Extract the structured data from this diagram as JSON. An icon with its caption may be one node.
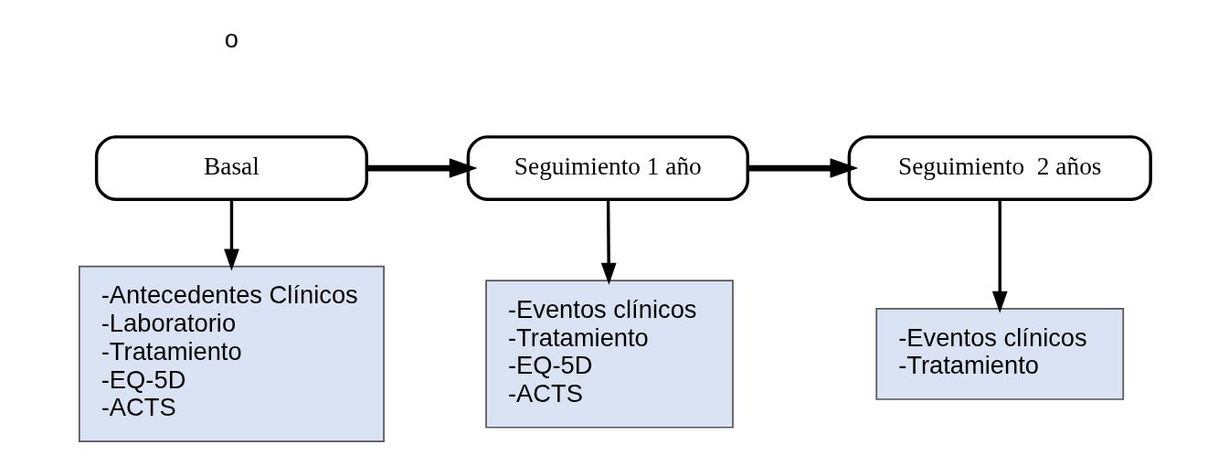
{
  "diagram": {
    "nodes": [
      {
        "text": [
          "Basal"
        ]
      },
      {
        "text": [
          "Seguimiento 1 año"
        ]
      },
      {
        "text": [
          "Seguimiento  2 años"
        ]
      },
      {
        "text": [
          "-Antecedentes Clínicos",
          "-Laboratorio",
          "-Tratamiento",
          "-EQ-5D",
          "-ACTS"
        ]
      },
      {
        "text": [
          "-Eventos clínicos",
          "-Tratamiento",
          "-EQ-5D",
          "-ACTS"
        ]
      },
      {
        "text": [
          "-Eventos clínicos",
          "-Tratamiento"
        ]
      }
    ],
    "edges": [
      {
        "from": 0,
        "to": 1,
        "arrow": "to",
        "style": "thick"
      },
      {
        "from": 1,
        "to": 2,
        "arrow": "to",
        "style": "thick"
      },
      {
        "from": 0,
        "to": 3,
        "arrow": "to"
      },
      {
        "from": 1,
        "to": 4,
        "arrow": "to"
      },
      {
        "from": 2,
        "to": 5,
        "arrow": "to"
      }
    ],
    "labels": [
      "o"
    ]
  }
}
